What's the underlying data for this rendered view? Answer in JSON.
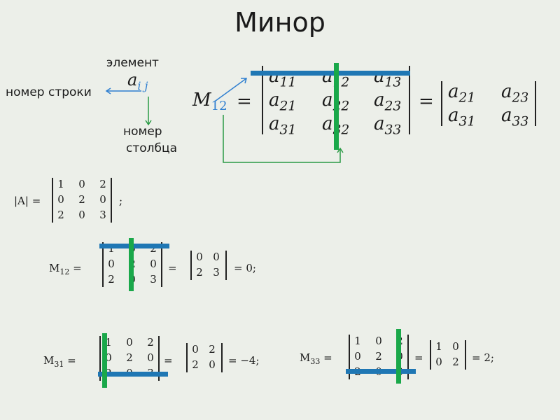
{
  "title": "Минор",
  "labels": {
    "element": "элемент",
    "row_number": "номер строки",
    "column_number_line1": "номер",
    "column_number_line2": "столбца"
  },
  "aij": {
    "letter": "a",
    "subscript": "i j"
  },
  "definition": {
    "lhs_letter": "M",
    "lhs_subscript": "12",
    "eq": "=",
    "matrix": [
      [
        {
          "l": "a",
          "s": "11"
        },
        {
          "l": "a",
          "s": "12"
        },
        {
          "l": "a",
          "s": "13"
        }
      ],
      [
        {
          "l": "a",
          "s": "21"
        },
        {
          "l": "a",
          "s": "22"
        },
        {
          "l": "a",
          "s": "23"
        }
      ],
      [
        {
          "l": "a",
          "s": "31"
        },
        {
          "l": "a",
          "s": "32"
        },
        {
          "l": "a",
          "s": "33"
        }
      ]
    ],
    "minor": [
      [
        {
          "l": "a",
          "s": "21"
        },
        {
          "l": "a",
          "s": "23"
        }
      ],
      [
        {
          "l": "a",
          "s": "31"
        },
        {
          "l": "a",
          "s": "33"
        }
      ]
    ]
  },
  "matrix_A": {
    "lhs": "|A| =",
    "rows": [
      [
        "1",
        "0",
        "2"
      ],
      [
        "0",
        "2",
        "0"
      ],
      [
        "2",
        "0",
        "3"
      ]
    ],
    "suffix": ";"
  },
  "example_12": {
    "lhs": "M",
    "sub": "12",
    "eq": "=",
    "rows": [
      [
        "1",
        "0",
        "2"
      ],
      [
        "0",
        "2",
        "0"
      ],
      [
        "2",
        "0",
        "3"
      ]
    ],
    "minor": [
      [
        "0",
        "0"
      ],
      [
        "2",
        "3"
      ]
    ],
    "result": "= 0;"
  },
  "example_31": {
    "lhs": "M",
    "sub": "31",
    "eq": "=",
    "rows": [
      [
        "1",
        "0",
        "2"
      ],
      [
        "0",
        "2",
        "0"
      ],
      [
        "2",
        "0",
        "3"
      ]
    ],
    "minor": [
      [
        "0",
        "2"
      ],
      [
        "2",
        "0"
      ]
    ],
    "result": "= −4;"
  },
  "example_33": {
    "lhs": "M",
    "sub": "33",
    "eq": "=",
    "rows": [
      [
        "1",
        "0",
        "2"
      ],
      [
        "0",
        "2",
        "0"
      ],
      [
        "2",
        "0",
        "3"
      ]
    ],
    "minor": [
      [
        "1",
        "0"
      ],
      [
        "0",
        "2"
      ]
    ],
    "result": "= 2;"
  },
  "colors": {
    "blue_line": "#1f77b4",
    "green_line": "#1aa84a",
    "arrow_green": "#2a9a45",
    "arrow_blue": "#2f7fd0"
  }
}
